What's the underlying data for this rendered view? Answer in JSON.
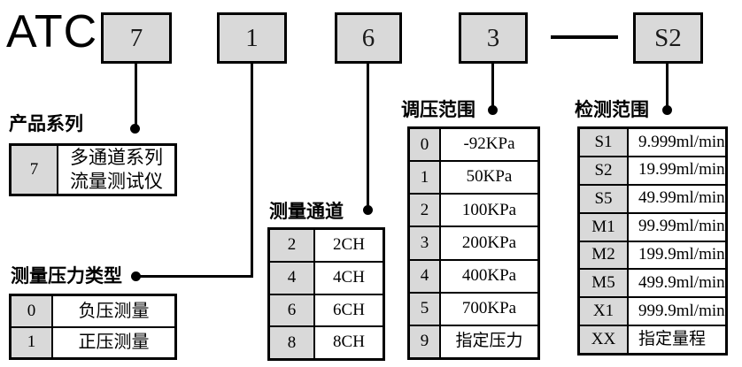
{
  "code": {
    "prefix": "ATC",
    "segments": [
      "7",
      "1",
      "6",
      "3",
      "S2"
    ],
    "separator": "—"
  },
  "sections": {
    "product_series": {
      "label": "产品系列",
      "rows": [
        {
          "key": "7",
          "value": "多通道系列\n流量测试仪"
        }
      ]
    },
    "pressure_type": {
      "label": "测量压力类型",
      "rows": [
        {
          "key": "0",
          "value": "负压测量"
        },
        {
          "key": "1",
          "value": "正压测量"
        }
      ]
    },
    "channels": {
      "label": "测量通道",
      "rows": [
        {
          "key": "2",
          "value": "2CH"
        },
        {
          "key": "4",
          "value": "4CH"
        },
        {
          "key": "6",
          "value": "6CH"
        },
        {
          "key": "8",
          "value": "8CH"
        }
      ]
    },
    "regulation_range": {
      "label": "调压范围",
      "rows": [
        {
          "key": "0",
          "value": "-92KPa"
        },
        {
          "key": "1",
          "value": "50KPa"
        },
        {
          "key": "2",
          "value": "100KPa"
        },
        {
          "key": "3",
          "value": "200KPa"
        },
        {
          "key": "4",
          "value": "400KPa"
        },
        {
          "key": "5",
          "value": "700KPa"
        },
        {
          "key": "9",
          "value": "指定压力"
        }
      ]
    },
    "detection_range": {
      "label": "检测范围",
      "rows": [
        {
          "key": "S1",
          "value": "9.999ml/min"
        },
        {
          "key": "S2",
          "value": "19.99ml/min"
        },
        {
          "key": "S5",
          "value": "49.99ml/min"
        },
        {
          "key": "M1",
          "value": "99.99ml/min"
        },
        {
          "key": "M2",
          "value": "199.9ml/min"
        },
        {
          "key": "M5",
          "value": "499.9ml/min"
        },
        {
          "key": "X1",
          "value": "999.9ml/min"
        },
        {
          "key": "XX",
          "value": "指定量程"
        }
      ]
    }
  },
  "colors": {
    "box_fill": "#d9d9d9",
    "line": "#000000",
    "background": "#ffffff"
  }
}
